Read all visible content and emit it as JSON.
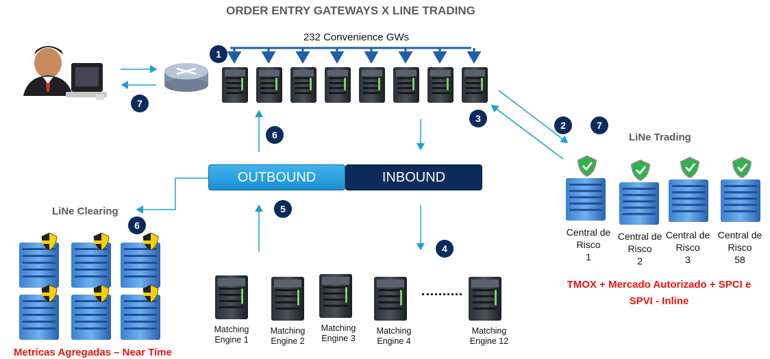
{
  "title": "ORDER ENTRY GATEWAYS X LINE TRADING",
  "gateways_label": "232 Convenience GWs",
  "steps": [
    "1",
    "2",
    "3",
    "4",
    "5",
    "6",
    "6",
    "7",
    "7"
  ],
  "bars": {
    "outbound": "OUTBOUND",
    "inbound": "INBOUND"
  },
  "line_clearing": {
    "label": "LiNe Clearing",
    "footer": "Metricas Agregadas – Near Time"
  },
  "line_trading": {
    "label": "LiNe Trading",
    "centrals": [
      {
        "name": "Central de Risco",
        "num": "1"
      },
      {
        "name": "Central de Risco",
        "num": "2"
      },
      {
        "name": "Central de Risco",
        "num": "3"
      },
      {
        "name": "Central de Risco",
        "num": "58"
      }
    ],
    "footer_line1": "TMOX + Mercado Autorizado + SPCI e",
    "footer_line2": "SPVI - Inline"
  },
  "engines": [
    {
      "name": "Matching",
      "num": "Engine 1"
    },
    {
      "name": "Matching",
      "num": "Engine 2"
    },
    {
      "name": "Matching",
      "num": "Engine 3"
    },
    {
      "name": "Matching",
      "num": "Engine 4"
    },
    {
      "name": "Matching",
      "num": "Engine 12"
    }
  ],
  "colors": {
    "arrow": "#1aa0d8",
    "bracket": "#1f5fa8",
    "badge": "#0a2b5c",
    "alert": "#e8150f"
  }
}
